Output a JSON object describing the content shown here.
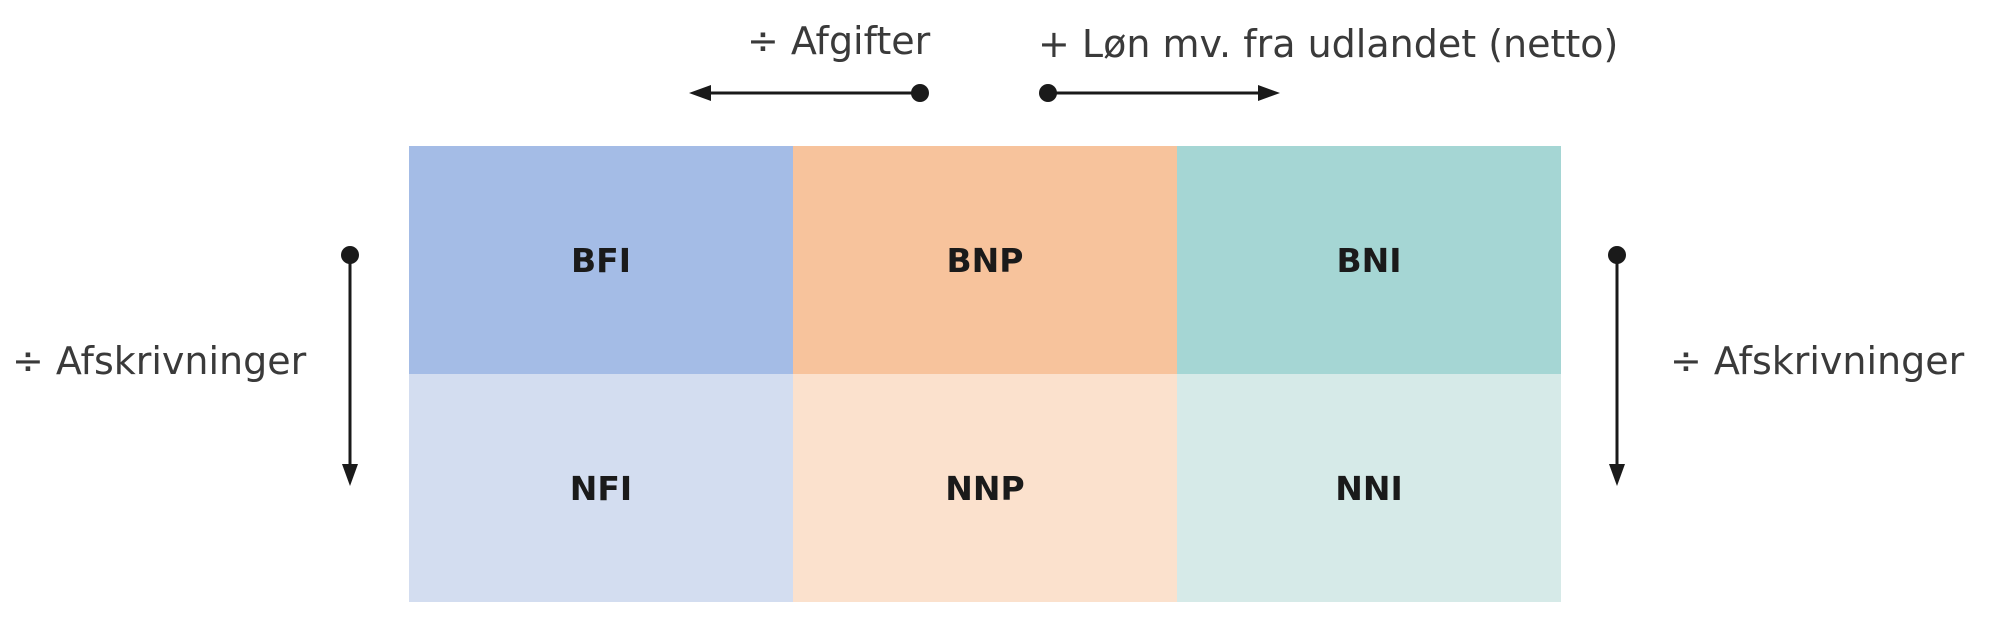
{
  "labels": {
    "afgifter": "÷ Afgifter",
    "loen": "+ Løn mv. fra udlandet (netto)",
    "afskrivninger_left": "÷ Afskrivninger",
    "afskrivninger_right": "÷ Afskrivninger"
  },
  "cells": {
    "bfi": {
      "label": "BFI",
      "color": "#a4bce6"
    },
    "bnp": {
      "label": "BNP",
      "color": "#f7c39c"
    },
    "bni": {
      "label": "BNI",
      "color": "#a5d6d4"
    },
    "nfi": {
      "label": "NFI",
      "color": "#d3ddf0"
    },
    "nnp": {
      "label": "NNP",
      "color": "#fbe1cd"
    },
    "nni": {
      "label": "NNI",
      "color": "#d6eae8"
    }
  },
  "colors": {
    "arrow": "#1a1a1a"
  }
}
